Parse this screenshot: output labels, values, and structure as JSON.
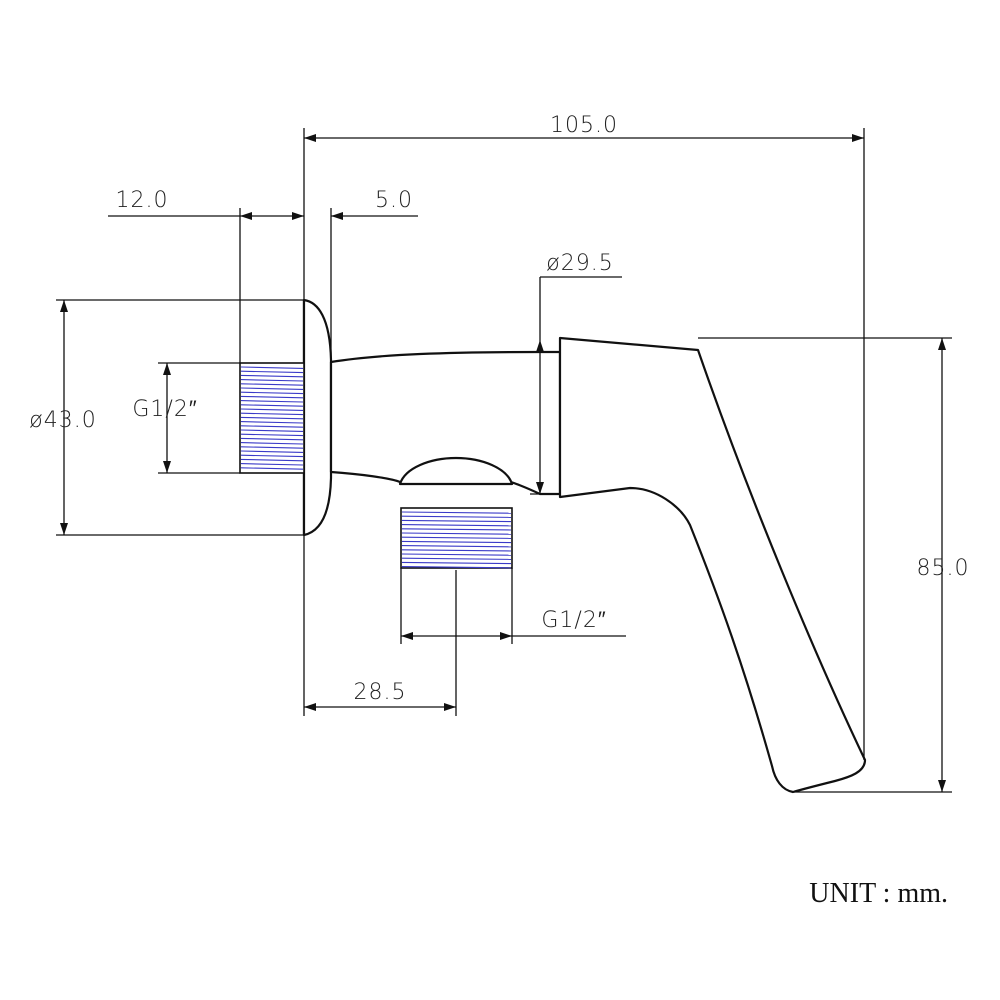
{
  "dimensions": {
    "overall_width": "105.0",
    "flange_thread_length": "12.0",
    "flange_thickness": "5.0",
    "handle_diameter": "ø29.5",
    "flange_diameter": "ø43.0",
    "inlet_thread": "G1/2″",
    "outlet_thread": "G1/2″",
    "outlet_offset": "28.5",
    "overall_height": "85.0"
  },
  "unit_label": "UNIT : mm.",
  "colors": {
    "line": "#111111",
    "thread": "#3a3ac8"
  }
}
